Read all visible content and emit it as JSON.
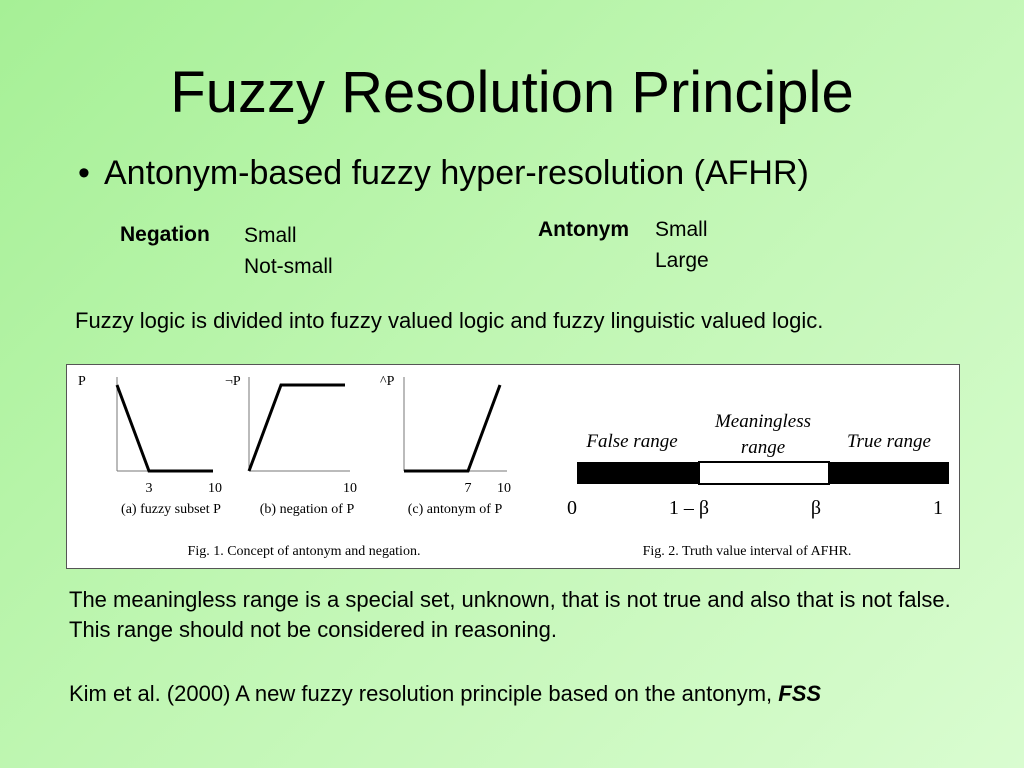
{
  "slide": {
    "title": "Fuzzy Resolution Principle",
    "bullet": "Antonym-based fuzzy hyper-resolution (AFHR)",
    "negation": {
      "label": "Negation",
      "values": [
        "Small",
        "Not-small"
      ]
    },
    "antonym": {
      "label": "Antonym",
      "values": [
        "Small",
        "Large"
      ]
    },
    "fuzzy_line": "Fuzzy logic is divided into fuzzy valued logic and fuzzy linguistic valued logic.",
    "description": "The meaningless range is a special set, unknown, that is not true and also that is not false. This range should not be considered in reasoning.",
    "citation": {
      "text": "Kim et al. (2000) A new fuzzy resolution principle based on the antonym, ",
      "journal": "FSS"
    }
  },
  "figure1": {
    "caption": "Fig. 1. Concept of antonym and negation.",
    "panels": [
      {
        "y_label": "P",
        "ticks": [
          "3",
          "10"
        ],
        "sub_caption": "(a) fuzzy subset P"
      },
      {
        "y_label": "¬P",
        "ticks": [
          "10"
        ],
        "sub_caption": "(b) negation of P"
      },
      {
        "y_label": "^P",
        "ticks": [
          "7",
          "10"
        ],
        "sub_caption": "(c) antonym of P"
      }
    ]
  },
  "figure2": {
    "caption": "Fig. 2. Truth value interval of AFHR.",
    "false_range": "False range",
    "meaningless_line1": "Meaningless",
    "meaningless_line2": "range",
    "true_range": "True range",
    "ticks": [
      "0",
      "1 – β",
      "β",
      "1"
    ]
  }
}
